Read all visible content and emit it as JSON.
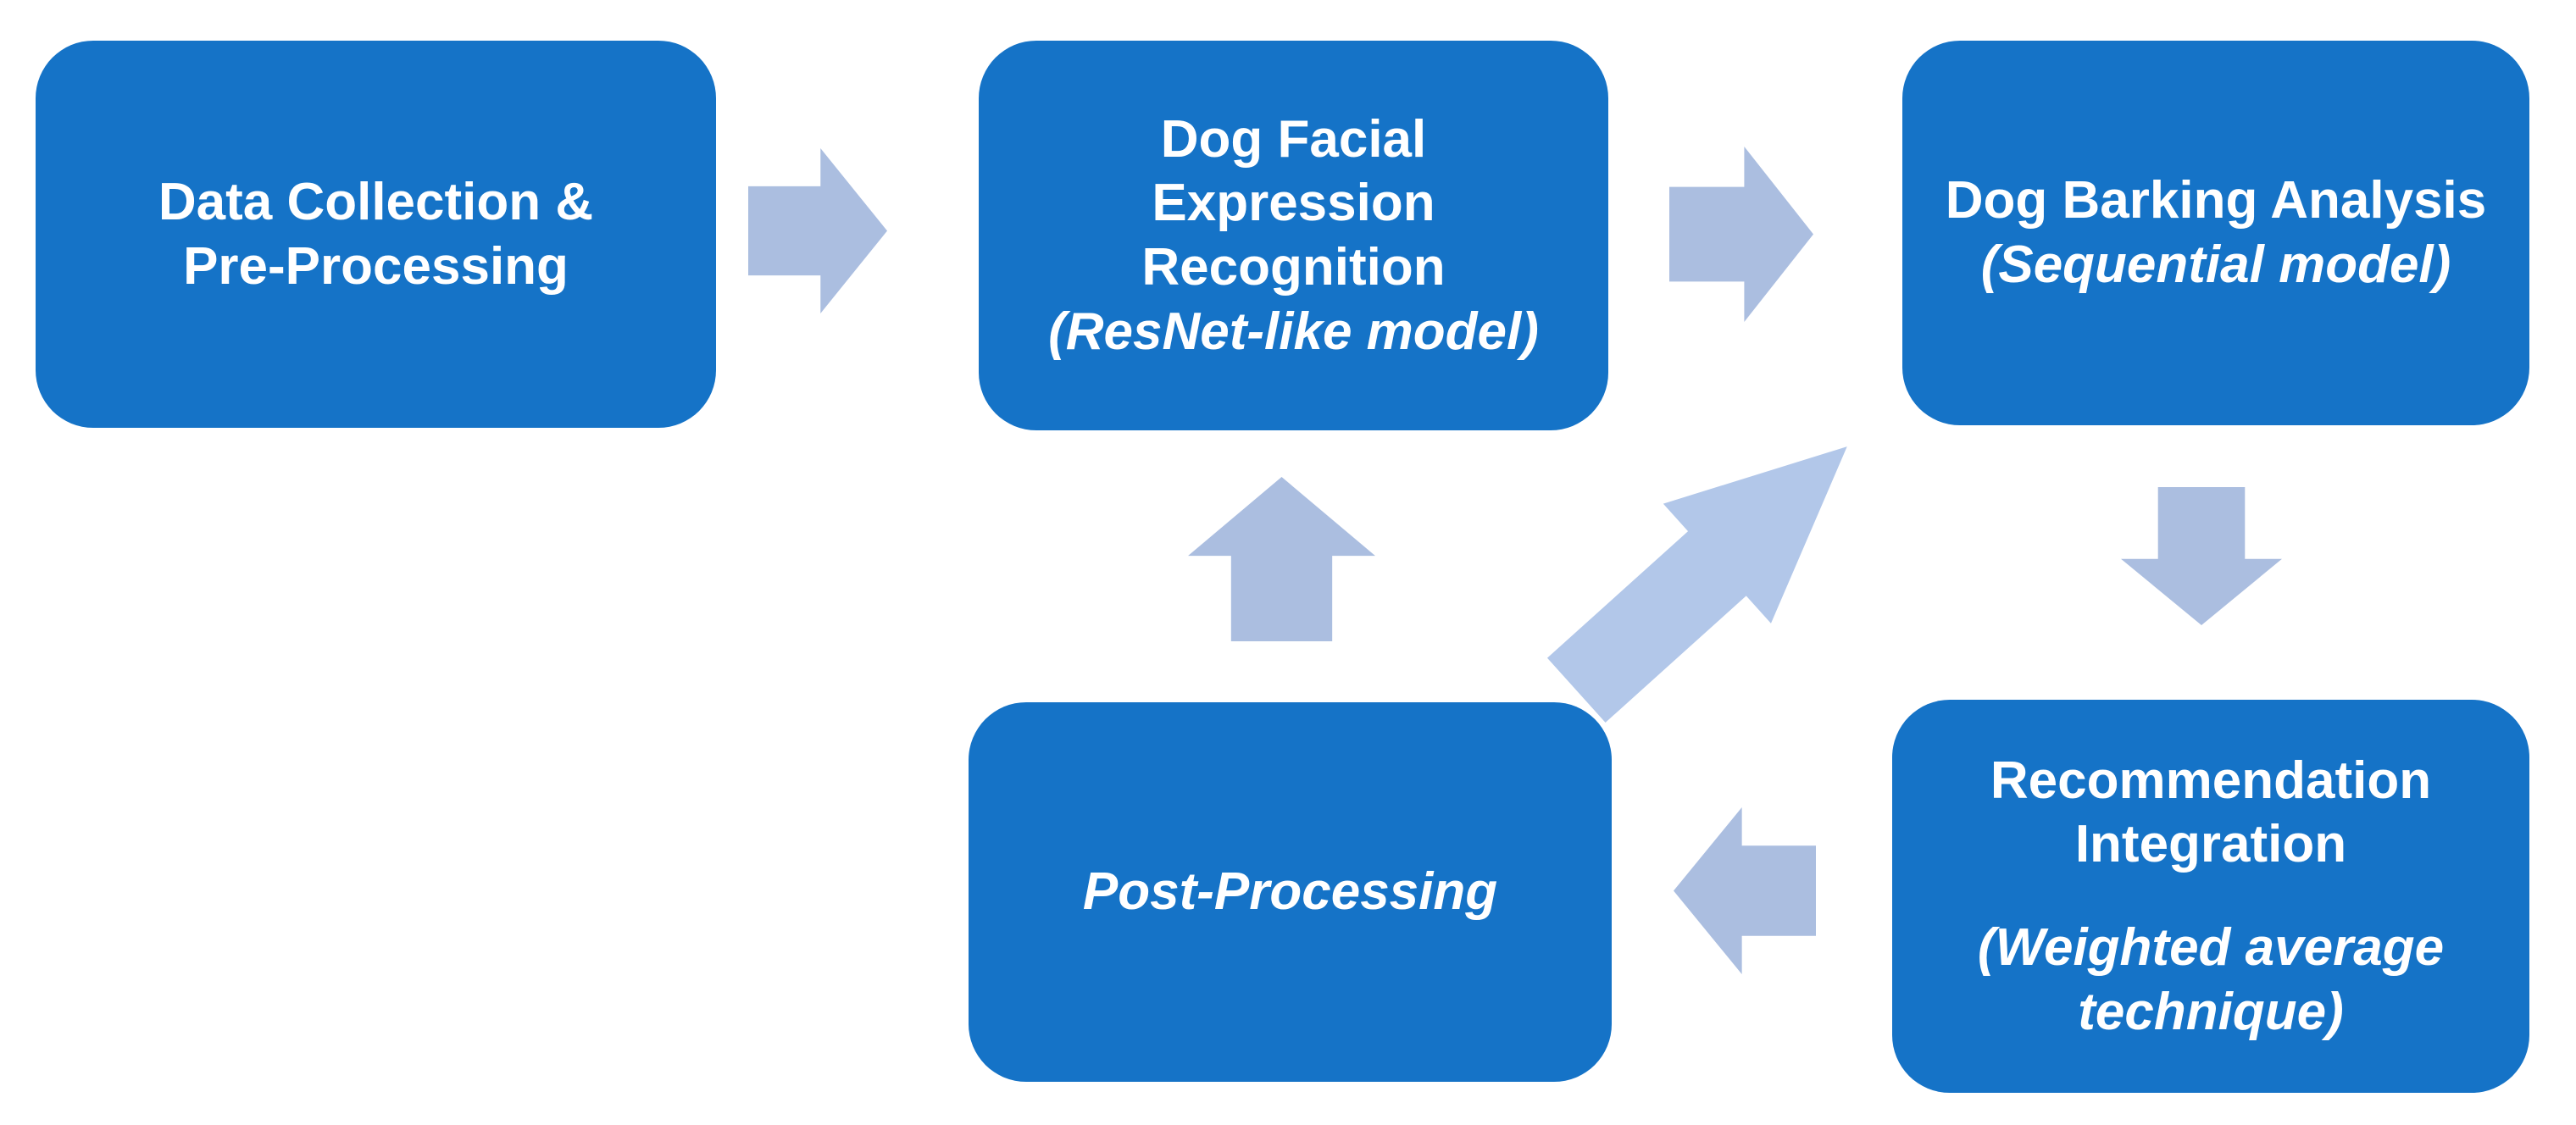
{
  "diagram": {
    "colors": {
      "background": "#FFFFFF",
      "node_fill": "#1573C7",
      "arrow_fill": "#ABBEE0",
      "diagonal_arrow_fill": "#B2C7E9",
      "text": "#FFFFFF"
    },
    "nodes": [
      {
        "id": "data-collection",
        "title": "Data Collection &\nPre-Processing",
        "subtitle": ""
      },
      {
        "id": "facial-expression-recognition",
        "title": "Dog Facial\nExpression\nRecognition",
        "subtitle": "(ResNet-like model)"
      },
      {
        "id": "barking-analysis",
        "title": "Dog Barking Analysis",
        "subtitle": "(Sequential model)"
      },
      {
        "id": "recommendation-integration",
        "title": "Recommendation\nIntegration",
        "subtitle": "(Weighted average\ntechnique)"
      },
      {
        "id": "post-processing",
        "title": "Post-Processing",
        "subtitle": ""
      }
    ],
    "arrows": [
      {
        "id": "arrow-1",
        "from": "data-collection",
        "to": "facial-expression-recognition",
        "direction": "right"
      },
      {
        "id": "arrow-2",
        "from": "facial-expression-recognition",
        "to": "barking-analysis",
        "direction": "right"
      },
      {
        "id": "arrow-3",
        "from": "barking-analysis",
        "to": "recommendation-integration",
        "direction": "down"
      },
      {
        "id": "arrow-4",
        "from": "recommendation-integration",
        "to": "post-processing",
        "direction": "left"
      },
      {
        "id": "arrow-5",
        "from": "post-processing",
        "to": "facial-expression-recognition",
        "direction": "up"
      },
      {
        "id": "arrow-6",
        "from": "post-processing",
        "to": "barking-analysis",
        "direction": "up-right"
      }
    ]
  }
}
